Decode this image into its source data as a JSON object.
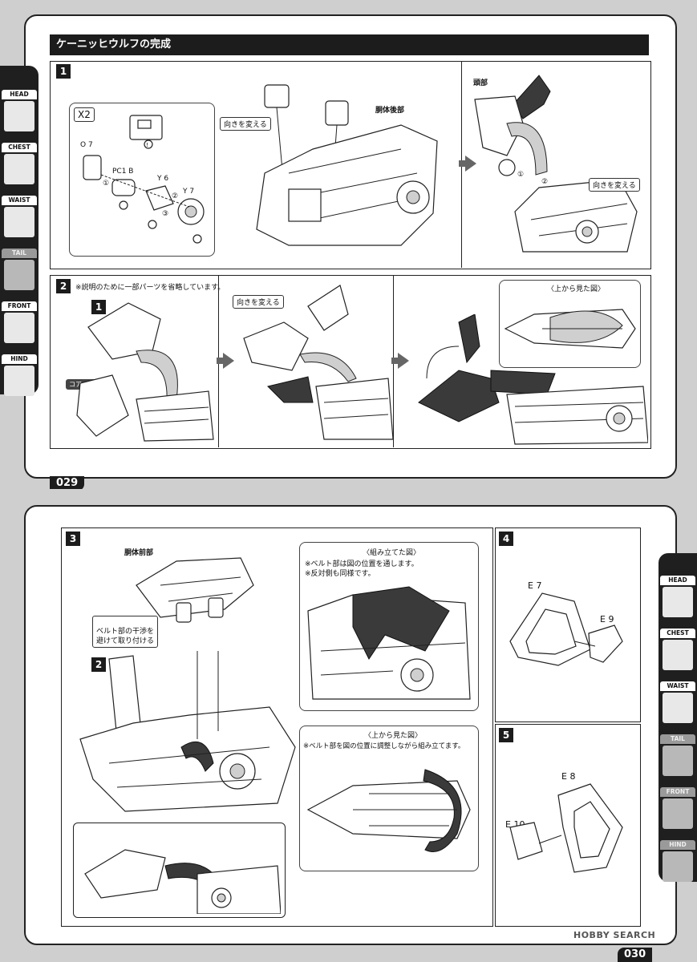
{
  "top_page": {
    "section_title": "ケーニッヒウルフの完成",
    "page_number": "029",
    "step1": {
      "number": "1",
      "multiplier": "X2",
      "parts": [
        "O 7",
        "PC1 B",
        "Y 6",
        "Y 7"
      ],
      "order_marks": [
        "①",
        "②",
        "③"
      ],
      "turn_note": "向きを変える",
      "body_rear_label": "胴体後部",
      "head_label": "頭部",
      "turn_note_2": "向きを変える"
    },
    "step2": {
      "number": "2",
      "note": "※説明のために一部パーツを省略しています。",
      "sub_step": "1",
      "core_unit_label": "コアユニット",
      "turn_note": "向きを変える",
      "top_view_caption": "〈上から見た図〉"
    }
  },
  "bottom_page": {
    "page_number": "030",
    "step3": {
      "number": "3",
      "front_body_label": "胴体前部",
      "belt_note": "ベルト部の干渉を\n避けて取り付ける",
      "sub_step": "2",
      "assembled_caption": "〈組み立てた図〉",
      "assembled_note_1": "※ベルト部は図の位置を通します。",
      "assembled_note_2": "※反対側も同様です。",
      "top_view_caption": "〈上から見た図〉",
      "top_view_note": "※ベルト部を図の位置に調整しながら組み立てます。"
    },
    "step4": {
      "number": "4",
      "parts": [
        "E 7",
        "E 9"
      ]
    },
    "step5": {
      "number": "5",
      "parts": [
        "E 8",
        "E 10"
      ]
    }
  },
  "side_nav_left": [
    {
      "label": "HEAD",
      "active": true
    },
    {
      "label": "CHEST",
      "active": true
    },
    {
      "label": "WAIST",
      "active": true
    },
    {
      "label": "TAIL",
      "active": false
    },
    {
      "label": "FRONT LEGS",
      "active": true
    },
    {
      "label": "HIND LEGS",
      "active": true
    }
  ],
  "side_nav_right": [
    {
      "label": "HEAD",
      "active": true
    },
    {
      "label": "CHEST",
      "active": true
    },
    {
      "label": "WAIST",
      "active": true
    },
    {
      "label": "TAIL",
      "active": false
    },
    {
      "label": "FRONT LEGS",
      "active": false
    },
    {
      "label": "HIND LEGS",
      "active": false
    }
  ],
  "watermark": "HOBBY SEARCH"
}
